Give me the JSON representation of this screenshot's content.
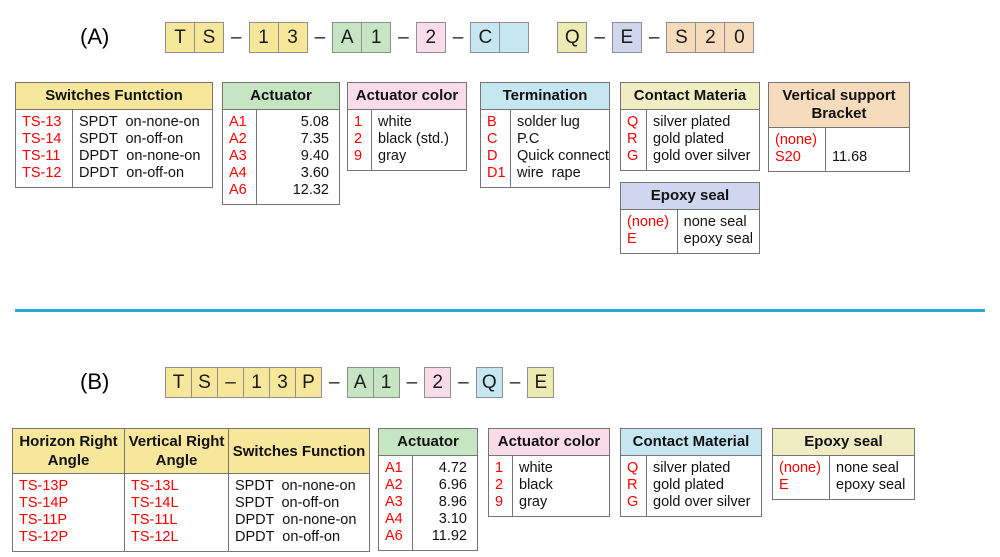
{
  "palette": {
    "yellow": "#f7e79b",
    "green": "#c6e5c2",
    "pink": "#fadce9",
    "blue": "#c6e7f2",
    "khaki": "#eeeab4",
    "khaki_header": "#f1edc3",
    "lavender": "#cfd6ed",
    "peach": "#f6dcbd",
    "code_red": "#ff0000",
    "divider_blue": "#29a9e0",
    "table_border": "#757575"
  },
  "sep": "–",
  "sectionA": {
    "label": "(A)",
    "code": {
      "g0": [
        "T",
        "S"
      ],
      "g1": [
        "1",
        "3"
      ],
      "g2": [
        "A",
        "1"
      ],
      "g3": [
        "2"
      ],
      "g4": [
        "C",
        ""
      ],
      "g5": [
        "Q"
      ],
      "g6": [
        "E"
      ],
      "g7": [
        "S",
        "2",
        "0"
      ]
    },
    "tables": {
      "switches": {
        "title": "Switches Funtction",
        "codes": [
          "TS-13",
          "TS-14",
          "TS-11",
          "TS-12"
        ],
        "descs": [
          "SPDT  on-none-on",
          "SPDT  on-off-on",
          "DPDT  on-none-on",
          "DPDT  on-off-on"
        ]
      },
      "actuator": {
        "title": "Actuator",
        "codes": [
          "A1",
          "A2",
          "A3",
          "A4",
          "A6"
        ],
        "values": [
          "5.08",
          "7.35",
          "9.40",
          "3.60",
          "12.32"
        ]
      },
      "actuator_color": {
        "title": "Actuator color",
        "codes": [
          "1",
          "2",
          "9"
        ],
        "descs": [
          "white",
          "black (std.)",
          "gray"
        ]
      },
      "termination": {
        "title": "Termination",
        "codes": [
          "B",
          "C",
          "D",
          "D1"
        ],
        "descs": [
          "solder lug",
          "P.C",
          "Quick connect",
          "wire  rape"
        ]
      },
      "contact": {
        "title": "Contact Materia",
        "codes": [
          "Q",
          "R",
          "G"
        ],
        "descs": [
          "silver plated",
          "gold plated",
          "gold over silver"
        ]
      },
      "bracket": {
        "title": "Vertical support Bracket",
        "codes": [
          "(none)",
          "S20"
        ],
        "values": [
          "",
          "11.68"
        ]
      },
      "epoxy": {
        "title": "Epoxy seal",
        "codes": [
          "(none)",
          "E"
        ],
        "descs": [
          "none seal",
          "epoxy seal"
        ]
      }
    }
  },
  "sectionB": {
    "label": "(B)",
    "code": {
      "g0": [
        "T",
        "S",
        "–",
        "1",
        "3",
        "P"
      ],
      "g1": [
        "A",
        "1"
      ],
      "g2": [
        "2"
      ],
      "g3": [
        "Q"
      ],
      "g4": [
        "E"
      ]
    },
    "tables": {
      "switches": {
        "headers": [
          "Horizon Right Angle",
          "Vertical Right Angle",
          "Switches Function"
        ],
        "col_horizon": [
          "TS-13P",
          "TS-14P",
          "TS-11P",
          "TS-12P"
        ],
        "col_vertical": [
          "TS-13L",
          "TS-14L",
          "TS-11L",
          "TS-12L"
        ],
        "col_function": [
          "SPDT  on-none-on",
          "SPDT  on-off-on",
          "DPDT  on-none-on",
          "DPDT  on-off-on"
        ]
      },
      "actuator": {
        "title": "Actuator",
        "codes": [
          "A1",
          "A2",
          "A3",
          "A4",
          "A6"
        ],
        "values": [
          "4.72",
          "6.96",
          "8.96",
          "3.10",
          "11.92"
        ]
      },
      "actuator_color": {
        "title": "Actuator color",
        "codes": [
          "1",
          "2",
          "9"
        ],
        "descs": [
          "white",
          "black",
          "gray"
        ]
      },
      "contact": {
        "title": "Contact Material",
        "codes": [
          "Q",
          "R",
          "G"
        ],
        "descs": [
          "silver plated",
          "gold plated",
          "gold over silver"
        ]
      },
      "epoxy": {
        "title": "Epoxy seal",
        "codes": [
          "(none)",
          "E"
        ],
        "descs": [
          "none seal",
          "epoxy seal"
        ]
      }
    }
  }
}
